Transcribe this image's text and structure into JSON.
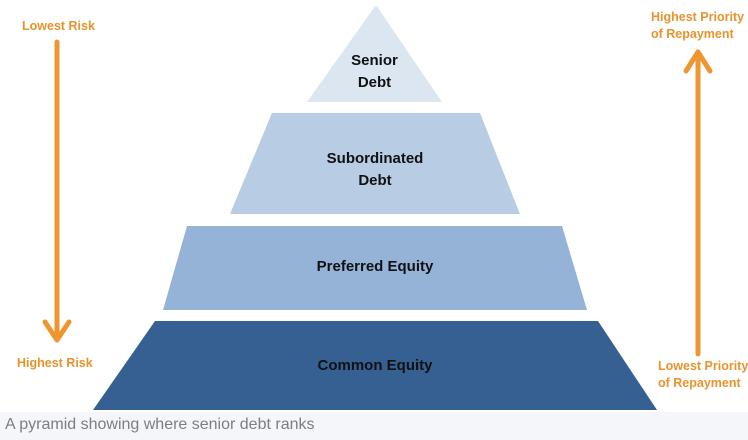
{
  "tiers": [
    {
      "label_line1": "Senior",
      "label_line2": "Debt",
      "color": "#dce6f1"
    },
    {
      "label_line1": "Subordinated",
      "label_line2": "Debt",
      "color": "#b8cce4"
    },
    {
      "label_line1": "Preferred Equity",
      "color": "#95b3d7"
    },
    {
      "label_line1": "Common Equity",
      "color": "#366092"
    }
  ],
  "left_axis": {
    "top": "Lowest Risk",
    "bottom": "Highest Risk"
  },
  "right_axis": {
    "top_line1": "Highest Priority",
    "top_line2": "of Repayment",
    "bottom_line1": "Lowest Priority",
    "bottom_line2": "of Repayment"
  },
  "arrow_color": "#ee9630",
  "caption": "A pyramid showing where senior debt ranks"
}
